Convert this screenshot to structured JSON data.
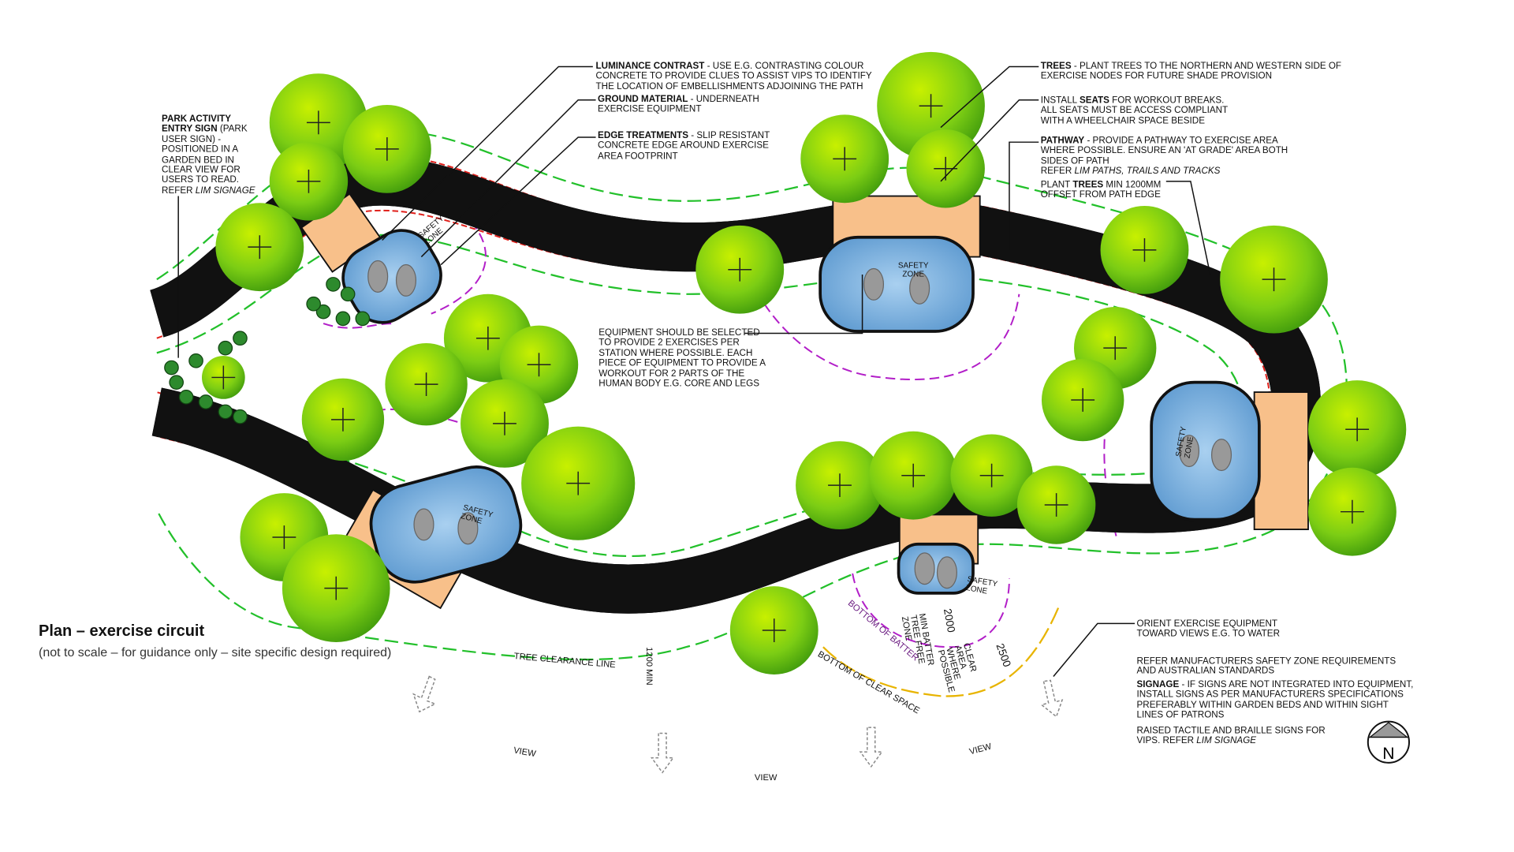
{
  "notes": {
    "park_sign": {
      "bold": "PARK ACTIVITY ENTRY SIGN",
      "text": " (PARK USER SIGN) - POSITIONED IN A GARDEN BED IN CLEAR VIEW FOR USERS TO READ. REFER ",
      "italic": "LIM SIGNAGE"
    },
    "luminance": {
      "bold": "LUMINANCE CONTRAST",
      "text": " - USE E.G. CONTRASTING COLOUR CONCRETE TO PROVIDE CLUES TO ASSIST VIPS TO IDENTIFY THE LOCATION OF EMBELLISHMENTS ADJOINING THE PATH"
    },
    "ground": {
      "bold": "GROUND MATERIAL",
      "text": " - UNDERNEATH EXERCISE EQUIPMENT"
    },
    "edge": {
      "bold": "EDGE TREATMENTS",
      "text": " - SLIP RESISTANT CONCRETE EDGE AROUND EXERCISE AREA FOOTPRINT"
    },
    "trees": {
      "bold": "TREES",
      "text": " - PLANT TREES TO THE NORTHERN AND WESTERN SIDE OF EXERCISE NODES FOR FUTURE SHADE PROVISION"
    },
    "seats": {
      "pre": "INSTALL ",
      "bold": "SEATS",
      "text": " FOR WORKOUT BREAKS. ALL SEATS MUST BE ACCESS COMPLIANT WITH A WHEELCHAIR SPACE BESIDE"
    },
    "pathway": {
      "bold": "PATHWAY",
      "text": " - PROVIDE A PATHWAY TO EXERCISE AREA WHERE POSSIBLE. ENSURE AN 'AT GRADE' AREA BOTH SIDES OF PATH",
      "refer": "REFER ",
      "italic": "LIM PATHS, TRAILS AND TRACKS"
    },
    "plant_trees": {
      "pre": "PLANT ",
      "bold": "TREES",
      "text": " MIN 1200mm OFFSET FROM PATH EDGE"
    },
    "equipment": "EQUIPMENT SHOULD BE SELECTED TO PROVIDE 2 EXERCISES PER STATION WHERE POSSIBLE. EACH PIECE OF EQUIPMENT TO PROVIDE A WORKOUT FOR 2 PARTS OF THE HUMAN BODY E.G. CORE AND LEGS",
    "orient": "ORIENT EXERCISE EQUIPMENT TOWARD VIEWS E.G. TO WATER",
    "refer_manuf": "REFER MANUFACTURERS SAFETY ZONE REQUIREMENTS AND AUSTRALIAN STANDARDS",
    "signage": {
      "bold": "SIGNAGE",
      "text": " - IF SIGNS ARE NOT INTEGRATED INTO EQUIPMENT, INSTALL SIGNS AS PER MANUFACTURERS SPECIFICATIONS PREFERABLY WITHIN GARDEN BEDS AND WITHIN SIGHT LINES OF PATRONS"
    },
    "raised": {
      "text": "RAISED TACTILE AND BRAILLE SIGNS FOR VIPS. REFER ",
      "italic": "LIM SIGNAGE"
    }
  },
  "labels": {
    "safety_zone": "SAFETY ZONE",
    "tree_clearance": "TREE CLEARANCE LINE",
    "min_1200": "1200 MIN",
    "view": "VIEW",
    "bottom_clear": "BOTTOM OF CLEAR SPACE",
    "bottom_batter": "BOTTOM OF BATTER",
    "dim_2000": "2000",
    "min_batter": "MIN BATTER TREE FREE ZONE",
    "dim_2500": "2500",
    "clear_area": "CLEAR AREA WHERE POSSIBLE",
    "north": "N"
  },
  "caption": {
    "title": "Plan – exercise circuit",
    "subtitle": "(not to scale – for guidance only – site specific design required)"
  },
  "colors": {
    "path": "#c9c9c9",
    "pad": "#f8c08a",
    "zone": "#7fb2de",
    "tree": "#7ccd14",
    "red_line": "#e0201b",
    "green_line": "#22c02a",
    "purple_line": "#b21ec8"
  }
}
